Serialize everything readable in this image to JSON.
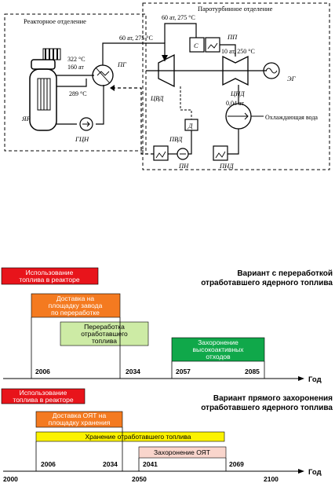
{
  "scheme": {
    "reactor_section_label": "Реакторное отделение",
    "turbine_section_label": "Паротурбинное отделение",
    "reactor_temp": "322 °С",
    "reactor_pressure": "160 ат",
    "return_temp": "289 °С",
    "steam_main": "60 ат, 275 °С",
    "steam_top": "60 ат, 275 °С",
    "reheat_out": "10 ат, 250 °С",
    "condenser_pressure": "0,04 ат",
    "cooling_water": "Охлаждающая вода",
    "labels": {
      "reactor": "ЯР",
      "steam_generator": "ПГ",
      "main_pump": "ГЦН",
      "hp_cylinder": "ЦВД",
      "lp_cylinder": "ЦНД",
      "separator": "С",
      "reheater": "ПП",
      "generator": "ЭГ",
      "deaerator": "Д",
      "hp_heater": "ПВД",
      "feed_pump": "ПН",
      "lp_heater": "ПНД"
    }
  },
  "timeline": {
    "option1_title": [
      "Вариант с переработкой",
      "отработавшего ядерного топлива"
    ],
    "option2_title": [
      "Вариант прямого захоронения",
      "отработавшего ядерного топлива"
    ],
    "axis_label": "Год",
    "axis2_label": "Год",
    "opt1_blocks": {
      "use": [
        "Использование",
        "топлива в реакторе"
      ],
      "delivery": [
        "Доставка на",
        "площадку завода",
        "по переработке"
      ],
      "reprocessing": [
        "Переработка",
        "отработавшего",
        "топлива"
      ],
      "burial": [
        "Захоронение",
        "высокоактивных",
        "отходов"
      ]
    },
    "opt1_years": [
      "2006",
      "2034",
      "2057",
      "2085"
    ],
    "opt2_blocks": {
      "use": [
        "Использование",
        "топлива в реакторе"
      ],
      "delivery": [
        "Доставка ОЯТ на",
        "площадку хранения"
      ],
      "storage": [
        "Хранение отработавшего топлива"
      ],
      "burial": [
        "Захоронение ОЯТ"
      ]
    },
    "opt2_years": [
      "2006",
      "2034",
      "2041",
      "2069"
    ],
    "axis2_ticks": [
      "2000",
      "2050",
      "2100"
    ],
    "colors": {
      "red": "#e8141b",
      "orange": "#f47a20",
      "light_green": "#cdeba5",
      "green": "#10a84a",
      "yellow": "#fbf200",
      "pink": "#f9d5cc"
    }
  }
}
